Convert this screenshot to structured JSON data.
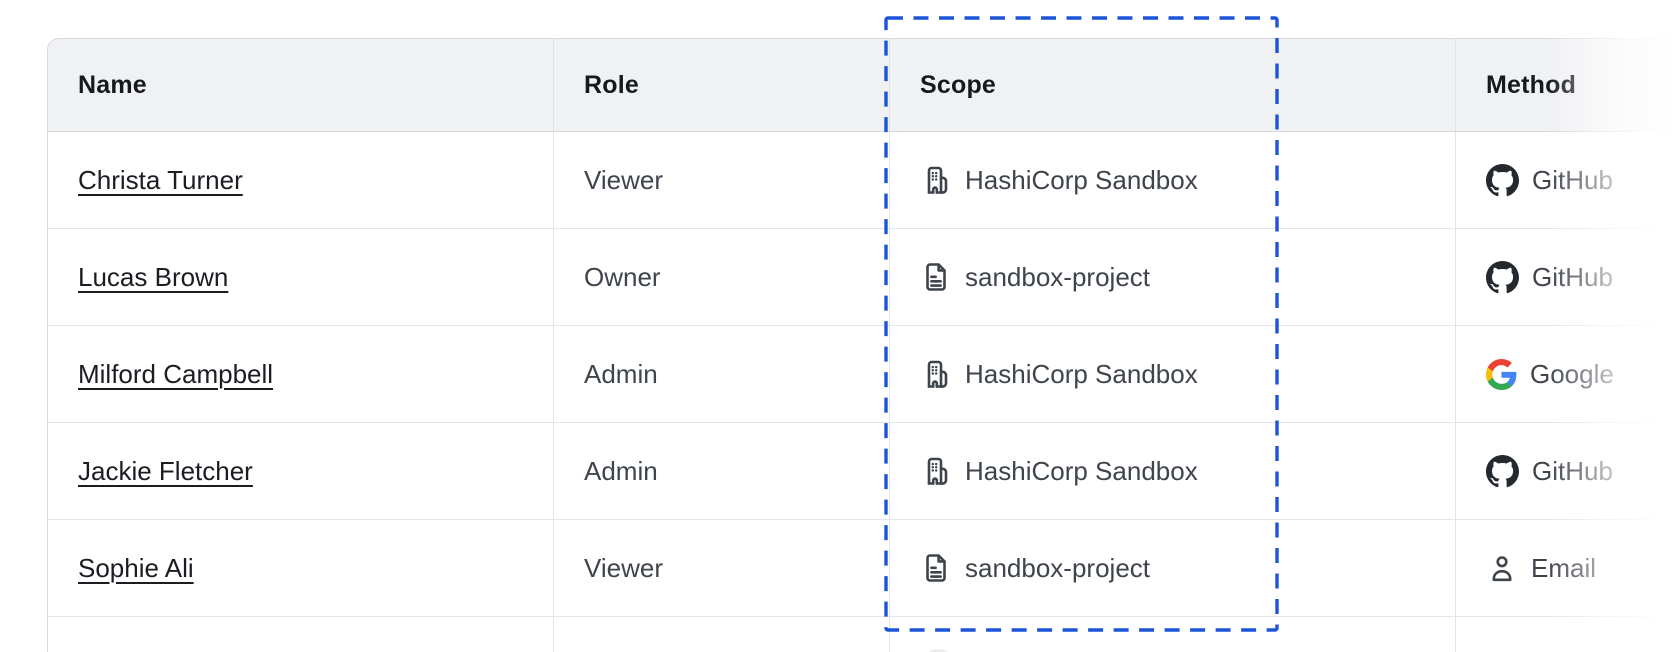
{
  "colors": {
    "annotation_blue": "#1c54d9",
    "header_bg": "#f0f1f3",
    "row_border": "#e4e5e9",
    "text_primary": "#1b1d22",
    "text_secondary": "#3f444c",
    "github_black": "#24292f",
    "google_red": "#ea4335",
    "google_blue": "#4285f4",
    "google_yellow": "#fbbc05",
    "google_green": "#34a853"
  },
  "table": {
    "columns": [
      {
        "id": "name",
        "label": "Name"
      },
      {
        "id": "role",
        "label": "Role"
      },
      {
        "id": "scope",
        "label": "Scope"
      },
      {
        "id": "method",
        "label": "Method"
      }
    ],
    "rows": [
      {
        "name": "Christa Turner",
        "role": "Viewer",
        "scope": {
          "icon": "org-icon",
          "label": "HashiCorp Sandbox"
        },
        "method": {
          "icon": "github-icon",
          "label": "GitHub"
        }
      },
      {
        "name": "Lucas Brown",
        "role": "Owner",
        "scope": {
          "icon": "project-icon",
          "label": "sandbox-project"
        },
        "method": {
          "icon": "github-icon",
          "label": "GitHub"
        }
      },
      {
        "name": "Milford Campbell",
        "role": "Admin",
        "scope": {
          "icon": "org-icon",
          "label": "HashiCorp Sandbox"
        },
        "method": {
          "icon": "google-icon",
          "label": "Google"
        }
      },
      {
        "name": "Jackie Fletcher",
        "role": "Admin",
        "scope": {
          "icon": "org-icon",
          "label": "HashiCorp Sandbox"
        },
        "method": {
          "icon": "github-icon",
          "label": "GitHub"
        }
      },
      {
        "name": "Sophie Ali",
        "role": "Viewer",
        "scope": {
          "icon": "project-icon",
          "label": "sandbox-project"
        },
        "method": {
          "icon": "user-icon",
          "label": "Email"
        }
      }
    ]
  },
  "annotation": {
    "type": "dashed-rectangle-highlight",
    "target_column": "Scope"
  }
}
